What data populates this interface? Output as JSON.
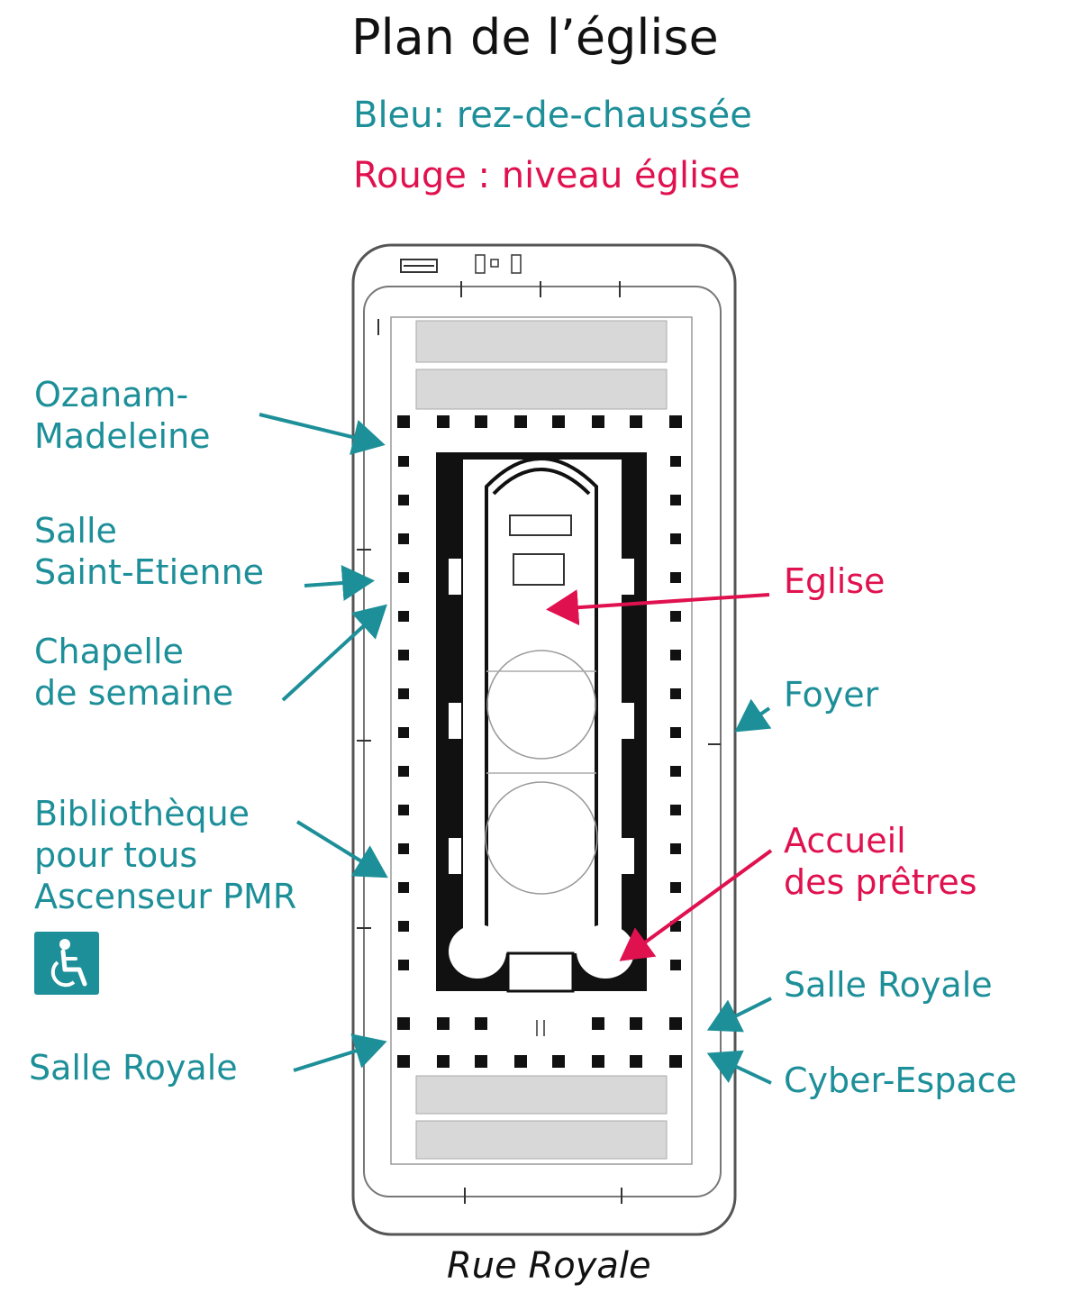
{
  "title": "Plan de l’église",
  "legend": {
    "blue": "Bleu: rez-de-chaussée",
    "red": "Rouge : niveau église"
  },
  "labels": {
    "ozanam": [
      "Ozanam-",
      "Madeleine"
    ],
    "saint_etienne": [
      "Salle",
      "Saint-Etienne"
    ],
    "chapelle": [
      "Chapelle",
      "de semaine"
    ],
    "bibliotheque": [
      "Bibliothèque",
      "pour tous",
      "Ascenseur PMR"
    ],
    "salle_royale_left": "Salle Royale",
    "eglise": "Eglise",
    "foyer": "Foyer",
    "accueil": [
      "Accueil",
      "des prêtres"
    ],
    "salle_royale_right": "Salle Royale",
    "cyber": "Cyber-Espace"
  },
  "street": "Rue Royale",
  "icons": {
    "accessibility": "wheelchair-icon"
  },
  "colors": {
    "blue": "#1d8f99",
    "red": "#e0114f"
  }
}
